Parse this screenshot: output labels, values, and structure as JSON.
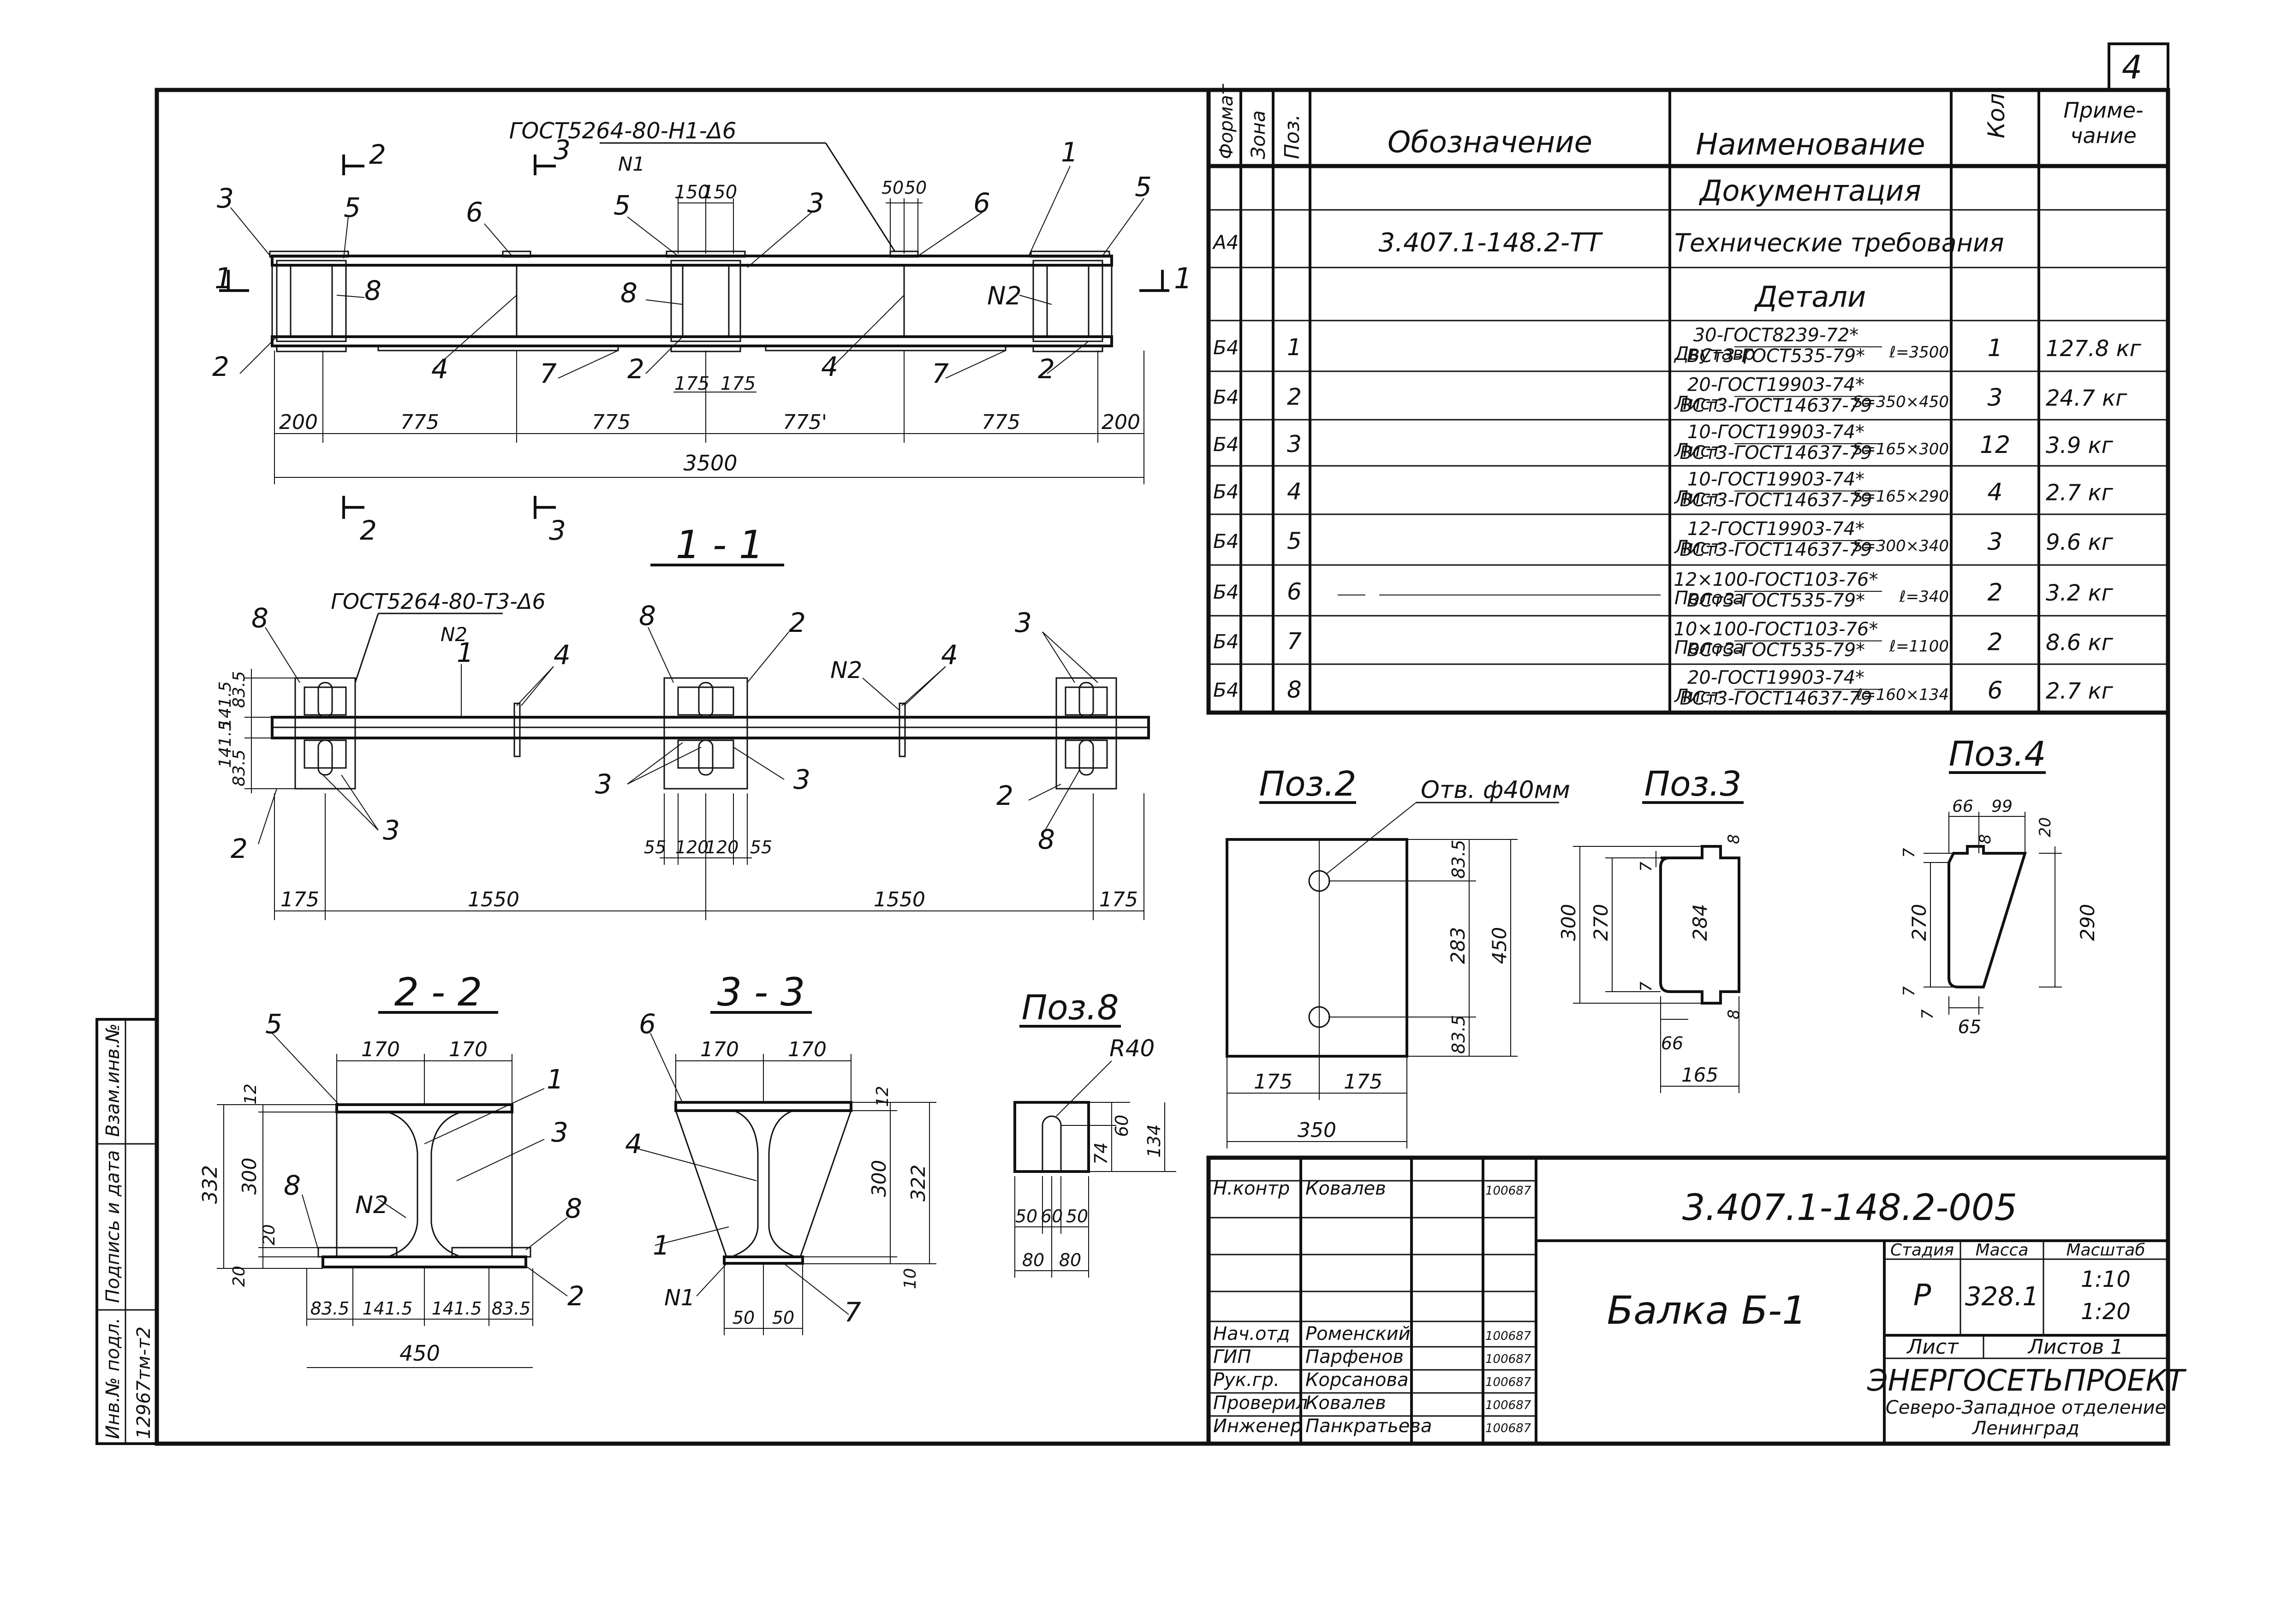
{
  "sheet_number": "4",
  "bom": {
    "headers": {
      "format": "Формат",
      "zone": "Зона",
      "pos": "Поз.",
      "designation": "Обозначение",
      "name": "Наименование",
      "qty": "Кол.",
      "note": "Приме-\nчание"
    },
    "section_documentation": "Документация",
    "doc_row": {
      "format": "А4",
      "designation": "3.407.1-148.2-ТТ",
      "name": "Технические требования"
    },
    "section_details": "Детали",
    "rows": [
      {
        "format": "Б4",
        "pos": "1",
        "prefix": "Двутавр",
        "top": "30-ГОСТ8239-72*",
        "bottom": "ВСт3-ГОСТ535-79*",
        "size": "ℓ=3500",
        "qty": "1",
        "mass": "127.8 кг"
      },
      {
        "format": "Б4",
        "pos": "2",
        "prefix": "Лист",
        "top": "20-ГОСТ19903-74*",
        "bottom": "ВСт3-ГОСТ14637-79",
        "size": "S=350×450",
        "qty": "3",
        "mass": "24.7 кг"
      },
      {
        "format": "Б4",
        "pos": "3",
        "prefix": "Лист",
        "top": "10-ГОСТ19903-74*",
        "bottom": "ВСт3-ГОСТ14637-79",
        "size": "S=165×300",
        "qty": "12",
        "mass": "3.9 кг"
      },
      {
        "format": "Б4",
        "pos": "4",
        "prefix": "Лист",
        "top": "10-ГОСТ19903-74*",
        "bottom": "ВСт3-ГОСТ14637-79",
        "size": "S=165×290",
        "qty": "4",
        "mass": "2.7 кг"
      },
      {
        "format": "Б4",
        "pos": "5",
        "prefix": "Лист",
        "top": "12-ГОСТ19903-74*",
        "bottom": "ВСт3-ГОСТ14637-79",
        "size": "S=300×340",
        "qty": "3",
        "mass": "9.6 кг"
      },
      {
        "format": "Б4",
        "pos": "6",
        "prefix": "Полоса",
        "top": "12×100-ГОСТ103-76*",
        "bottom": "ВСт3-ГОСТ535-79*",
        "size": "ℓ=340",
        "qty": "2",
        "mass": "3.2 кг"
      },
      {
        "format": "Б4",
        "pos": "7",
        "prefix": "Полоса",
        "top": "10×100-ГОСТ103-76*",
        "bottom": "ВСт3-ГОСТ535-79*",
        "size": "ℓ=1100",
        "qty": "2",
        "mass": "8.6 кг"
      },
      {
        "format": "Б4",
        "pos": "8",
        "prefix": "Лист",
        "top": "20-ГОСТ19903-74*",
        "bottom": "ВСт3-ГОСТ14637-79",
        "size": "ℓ=160×134",
        "qty": "6",
        "mass": "2.7 кг"
      }
    ]
  },
  "title_block": {
    "code": "3.407.1-148.2-005",
    "title": "Балка Б-1",
    "stage_label": "Стадия",
    "mass_label": "Масса",
    "scale_label": "Масштаб",
    "stage": "Р",
    "mass": "328.1",
    "scales": [
      "1:10",
      "1:20"
    ],
    "sheet_label": "Лист",
    "sheets_label": "Листов 1",
    "org": "ЭНЕРГОСЕТЬПРОЕКТ",
    "org_sub1": "Северо-Западное отделение",
    "org_sub2": "Ленинград",
    "people": [
      {
        "role": "Н.контр",
        "name": "Ковалев",
        "date": "100687"
      },
      {
        "role": "Нач.отд",
        "name": "Роменский",
        "date": "100687"
      },
      {
        "role": "ГИП",
        "name": "Парфенов",
        "date": "100687"
      },
      {
        "role": "Рук.гр.",
        "name": "Корсанова",
        "date": "100687"
      },
      {
        "role": "Проверил",
        "name": "Ковалев",
        "date": "100687"
      },
      {
        "role": "Инженер",
        "name": "Панкратьева",
        "date": "100687"
      }
    ]
  },
  "side_stamp": {
    "inv_label": "Инв.№ подл.",
    "sign_label": "Подпись и дата",
    "replace_label": "Взам.инв.№",
    "inv_value": "12967тм-т2"
  },
  "elevation": {
    "weld_top": "ГОСТ5264-80-Н1-Δ6",
    "weld_top_sub": "N1",
    "dims": [
      "200",
      "775",
      "775",
      "775'",
      "775",
      "200"
    ],
    "overall": "3500",
    "dim150a": "150",
    "dim150b": "150",
    "dim50a": "50",
    "dim50b": "50",
    "dim175a": "175",
    "dim175b": "175",
    "callouts": [
      "3",
      "5",
      "6",
      "5",
      "3",
      "6",
      "1",
      "5",
      "8",
      "8",
      "N2",
      "2",
      "4",
      "7",
      "2",
      "4",
      "7",
      "2"
    ],
    "cut_labels": [
      "1",
      "1",
      "2",
      "3",
      "2",
      "3"
    ]
  },
  "section11": {
    "title": "1 - 1",
    "weld": "ГОСТ5264-80-Т3-Δ6",
    "weld_sub": "N2",
    "dims": [
      "175",
      "1550",
      "1550",
      "175"
    ],
    "small_dims": [
      "55",
      "120",
      "120",
      "55"
    ],
    "vert_dims": [
      "83.5",
      "141.5",
      "141.5",
      "83.5"
    ],
    "callouts": [
      "8",
      "1",
      "8",
      "2",
      "N2",
      "4",
      "3",
      "4",
      "3",
      "3",
      "2",
      "3",
      "3",
      "2",
      "8"
    ]
  },
  "section22": {
    "title": "2 - 2",
    "dims_top": [
      "170",
      "170"
    ],
    "dims_left": [
      "12",
      "300",
      "20",
      "20"
    ],
    "overall_v": "332",
    "dims_bottom": [
      "83.5",
      "141.5",
      "141.5",
      "83.5"
    ],
    "overall_h": "450",
    "callouts": [
      "5",
      "1",
      "3",
      "N2",
      "8",
      "8",
      "2"
    ]
  },
  "section33": {
    "title": "3 - 3",
    "dims_top": [
      "170",
      "170"
    ],
    "dims_right": [
      "12",
      "300",
      "322",
      "10"
    ],
    "dims_bottom": [
      "50",
      "50"
    ],
    "callouts": [
      "6",
      "4",
      "1",
      "N1",
      "7"
    ]
  },
  "pos8": {
    "title": "Поз.8",
    "radius": "R40",
    "v": [
      "60",
      "74",
      "134"
    ],
    "h": [
      "50",
      "60",
      "50"
    ],
    "h2": [
      "80",
      "80"
    ]
  },
  "pos2": {
    "title": "Поз.2",
    "hole": "Отв. ф40мм",
    "v": [
      "83.5",
      "283",
      "83.5",
      "450"
    ],
    "h": [
      "175",
      "175"
    ],
    "overall": "350"
  },
  "pos3": {
    "title": "Поз.3",
    "v": [
      "300",
      "270",
      "284"
    ],
    "small": [
      "7",
      "7",
      "8",
      "8"
    ],
    "h": [
      "66",
      "165"
    ]
  },
  "pos4": {
    "title": "Поз.4",
    "top": [
      "66",
      "99"
    ],
    "v": [
      "270",
      "290"
    ],
    "small": [
      "7",
      "8",
      "20",
      "7",
      "7"
    ],
    "h": [
      "65"
    ]
  }
}
